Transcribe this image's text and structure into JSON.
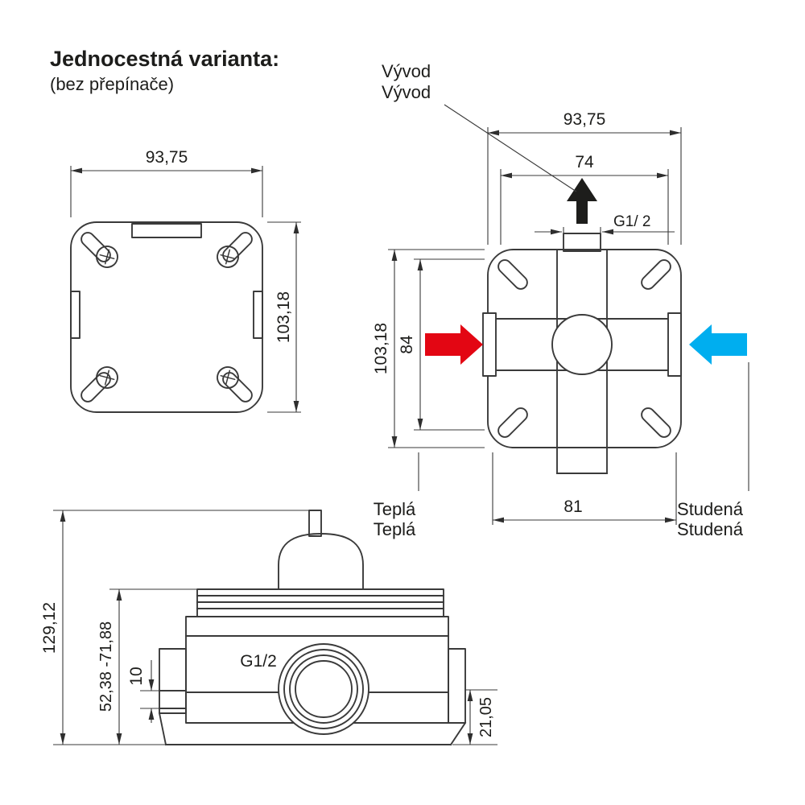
{
  "title": "Jednocestná varianta:",
  "subtitle": "(bez přepínače)",
  "colors": {
    "hot": "#e30613",
    "cold": "#00aeef",
    "outlet": "#1d1d1b"
  },
  "front_view": {
    "width": "93,75",
    "height": "103,18"
  },
  "flow_view": {
    "width": "93,75",
    "port_spacing": "74",
    "thread": "G1/ 2",
    "height": "103,18",
    "inner_height": "84",
    "bottom_width": "81",
    "outlet_line1": "Vývod",
    "outlet_line2": "Vývod",
    "hot_line1": "Teplá",
    "hot_line2": "Teplá",
    "cold_line1": "Studená",
    "cold_line2": "Studená"
  },
  "side_view": {
    "total_height": "129,12",
    "mount_depth": "52,38 -71,88",
    "step": "10",
    "thread": "G1/2",
    "base_height": "21,05"
  }
}
